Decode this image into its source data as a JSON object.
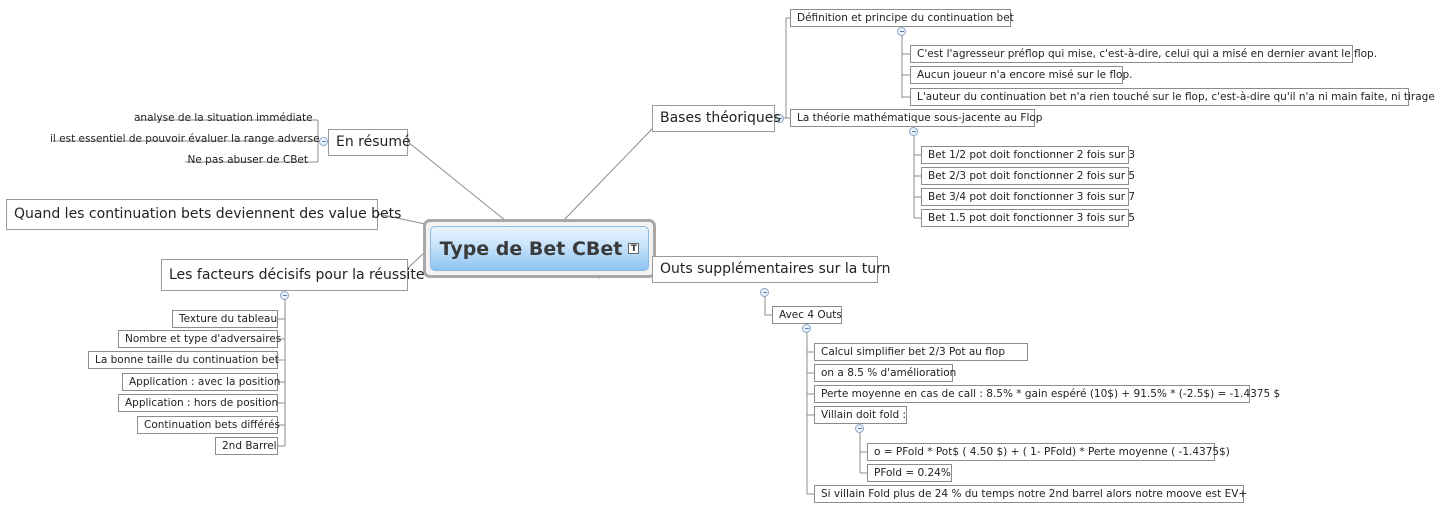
{
  "root": {
    "title": "Type de Bet CBet",
    "icon": "notes-icon"
  },
  "bases": {
    "title": "Bases théoriques",
    "definition": {
      "title": "Définition et principe du continuation bet",
      "items": [
        "C'est l'agresseur préflop qui mise, c'est-à-dire, celui qui a misé en dernier avant le flop.",
        "Aucun joueur n'a encore misé sur le flop.",
        "L'auteur du continuation bet n'a rien touché sur le flop, c'est-à-dire qu'il n'a ni main faite, ni tirage"
      ]
    },
    "math": {
      "title": "La théorie mathématique sous-jacente au Flop",
      "items": [
        "Bet 1/2 pot doit fonctionner 2 fois sur 3",
        "Bet 2/3 pot doit fonctionner 2 fois sur 5",
        "Bet 3/4 pot doit fonctionner 3 fois sur 7",
        "Bet 1.5 pot doit fonctionner 3 fois sur 5"
      ]
    }
  },
  "outs": {
    "title": "Outs supplémentaires sur la turn",
    "avec": {
      "title": "Avec 4 Outs",
      "items": [
        "Calcul simplifier bet 2/3 Pot au flop",
        "on a 8.5 % d'amélioration",
        "Perte moyenne en cas de call : 8.5% * gain espéré (10$) + 91.5% * (-2.5$) = -1.4375 $",
        "Villain doit fold :"
      ],
      "villain": [
        "o = PFold * Pot$ ( 4.50 $) + ( 1- PFold) * Perte moyenne ( -1.4375$)",
        "PFold = 0.24%"
      ],
      "conclusion": "Si villain Fold plus de 24 % du temps notre 2nd barrel alors notre moove est EV+"
    }
  },
  "resume": {
    "title": "En résumé",
    "items": [
      "analyse de la situation immédiate",
      "il est essentiel de pouvoir évaluer la range adverse",
      "Ne pas abuser de CBet"
    ]
  },
  "value": {
    "title": "Quand les continuation bets deviennent des value bets"
  },
  "facteurs": {
    "title": "Les facteurs décisifs pour la réussite",
    "items": [
      "Texture du tableau",
      "Nombre et type d'adversaires",
      "La bonne taille du continuation bet",
      "Application : avec la position",
      "Application : hors de position",
      "Continuation bets différés",
      "2nd Barrel"
    ]
  },
  "colors": {
    "line": "#8c8c8c",
    "root_gradient_bottom": "#8ec4f2",
    "root_border": "#a8a8a8"
  }
}
